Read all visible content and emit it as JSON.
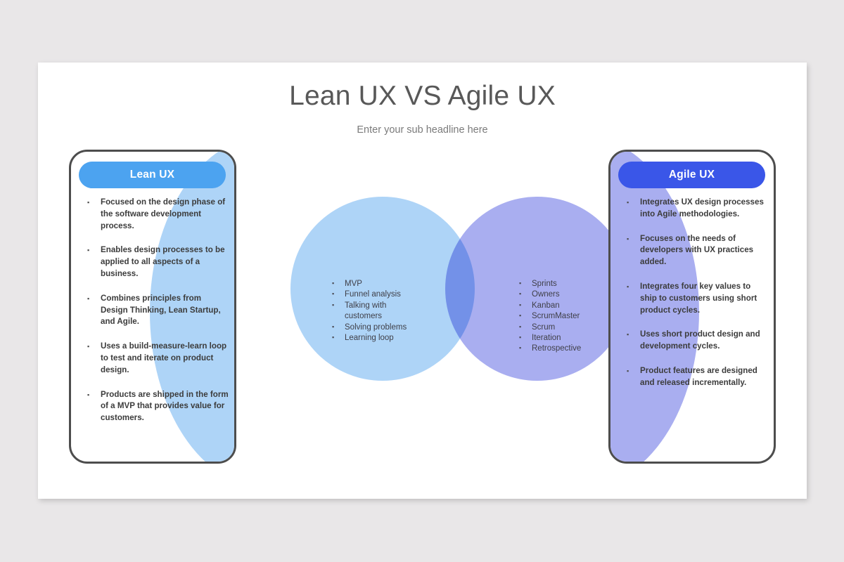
{
  "slide": {
    "background_color": "#e9e7e8",
    "canvas_color": "#ffffff"
  },
  "header": {
    "title": "Lean UX VS Agile UX",
    "subtitle": "Enter your sub headline here"
  },
  "left_card": {
    "heading": "Lean UX",
    "accent_color": "#4ca3f0",
    "blob_color": "#aed4f7",
    "bullets": [
      "Focused on the design phase of the software development process.",
      "Enables design processes to be applied to all aspects of a business.",
      "Combines principles from Design Thinking, Lean Startup, and Agile.",
      "Uses a build-measure-learn loop to test and iterate on product design.",
      "Products are shipped in the form of a MVP that provides value for customers."
    ]
  },
  "right_card": {
    "heading": "Agile UX",
    "accent_color": "#3a56e8",
    "blob_color": "#a9aef0",
    "bullets": [
      "Integrates UX design processes into Agile methodologies.",
      "Focuses on the needs of developers with UX practices added.",
      "Integrates four key values to ship to customers using short product cycles.",
      "Uses short product design and development cycles.",
      "Product features are designed and released incrementally."
    ]
  },
  "venn": {
    "left_circle": {
      "color": "#aed4f7",
      "items": [
        "MVP",
        "Funnel analysis",
        "Talking with",
        "customers",
        "Solving problems",
        "Learning loop"
      ]
    },
    "right_circle": {
      "color": "#a9aef0",
      "items": [
        "Sprints",
        "Owners",
        "Kanban",
        "ScrumMaster",
        "Scrum",
        "Iteration",
        "Retrospective"
      ]
    },
    "overlap_color": "#7f95e8"
  }
}
